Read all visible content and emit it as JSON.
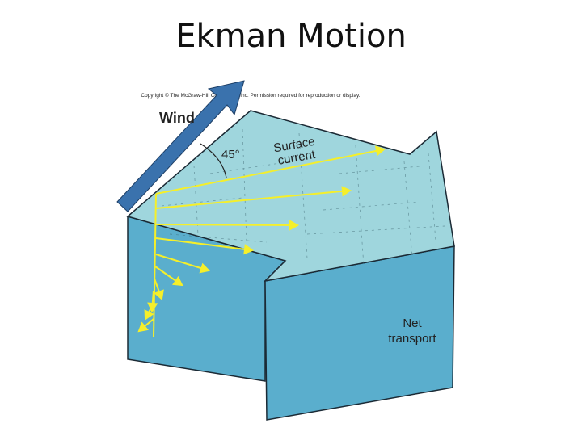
{
  "slide": {
    "title": "Ekman Motion"
  },
  "diagram": {
    "copyright": "Copyright © The McGraw-Hill Companies, Inc. Permission required for reproduction or display.",
    "wind_label": "Wind",
    "angle_label": "45°",
    "surface_current_label": [
      "Surface",
      "current"
    ],
    "net_transport_label": [
      "Net",
      "transport"
    ],
    "colors": {
      "top_face": "#9fd6dd",
      "side_face": "#5aaecd",
      "wind_arrow": "#3a72ad",
      "current_arrows": "#f5ef2a"
    }
  }
}
